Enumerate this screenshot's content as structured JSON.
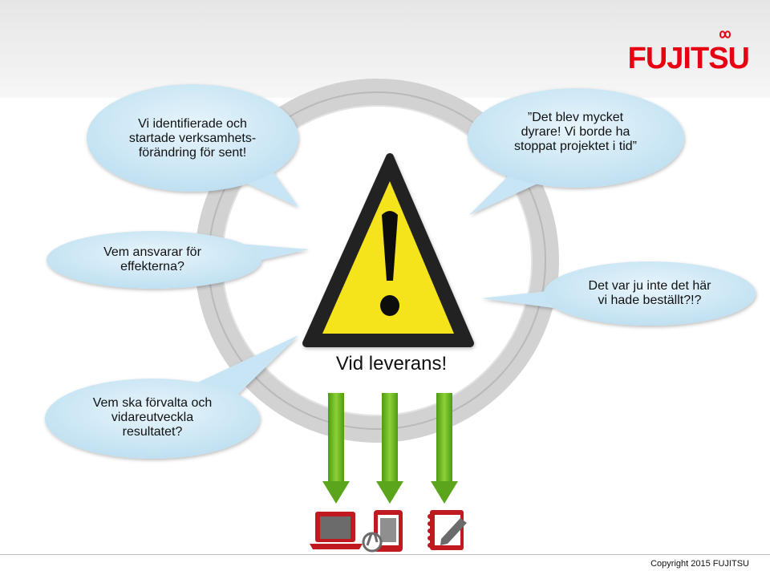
{
  "brand": {
    "logo_text": "FUJITSU",
    "color": "#e60012"
  },
  "bubbles": {
    "identify": "Vi identifierade och\nstartade verksamhets-\nförändring för sent!",
    "expensive": "”Det blev mycket\ndyrare! Vi borde ha\nstoppat projektet i tid”",
    "responsible": "Vem ansvarar för\neffekterna?",
    "ordered": "Det var ju inte det här\nvi hade beställt?!?",
    "maintain": "Vem ska förvalta och\nvidareutveckla\nresultatet?"
  },
  "caption": "Vid leverans!",
  "colors": {
    "bubble_fill": "#cfe9f6",
    "ring": "#c9c9c9",
    "warning_yellow": "#f5e31a",
    "arrow_green": "#6ab023",
    "device_red": "#c0191f"
  },
  "icons": [
    "warning-icon",
    "laptop-icon",
    "tablet-touch-icon",
    "notebook-edit-icon"
  ],
  "footer": {
    "copyright": "Copyright 2015 FUJITSU"
  }
}
